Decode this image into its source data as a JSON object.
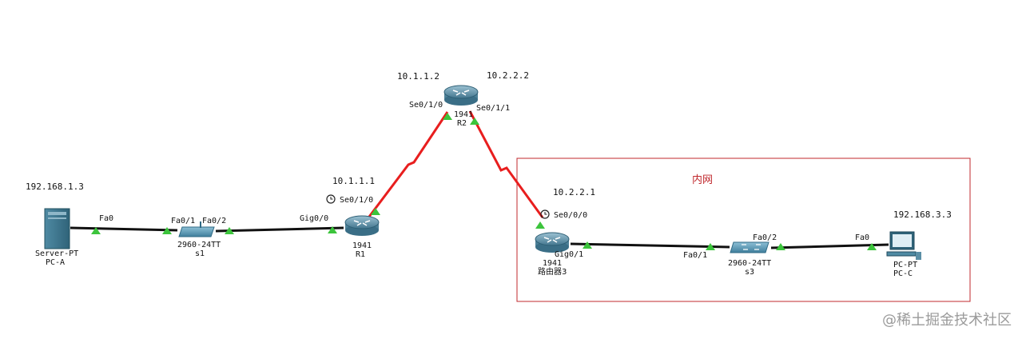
{
  "colors": {
    "serial_link": "#e81e1e",
    "ethernet_link": "#111111",
    "port_indicator": "#3cc43c",
    "zone_border": "#c0282d",
    "zone_label": "#c0282d",
    "device_steel": "#5b8fa6"
  },
  "zone": {
    "label": "内网"
  },
  "devices": {
    "pc_a": {
      "model": "Server-PT",
      "name": "PC-A",
      "ip": "192.168.1.3",
      "port_fa0": "Fa0"
    },
    "s1": {
      "model": "2960-24TT",
      "name": "s1",
      "port_fa01": "Fa0/1",
      "port_fa02": "Fa0/2"
    },
    "r1": {
      "model": "1941",
      "name": "R1",
      "ip": "10.1.1.1",
      "port_gig00": "Gig0/0",
      "port_se010": "Se0/1/0"
    },
    "r2": {
      "model": "1941",
      "name": "R2",
      "ip_left": "10.1.1.2",
      "ip_right": "10.2.2.2",
      "port_se010": "Se0/1/0",
      "port_se011": "Se0/1/1"
    },
    "r3": {
      "model": "1941",
      "name": "路由器3",
      "ip": "10.2.2.1",
      "port_se000": "Se0/0/0",
      "port_gig01": "Gig0/1"
    },
    "s3": {
      "model": "2960-24TT",
      "name": "s3",
      "port_fa01": "Fa0/1",
      "port_fa02": "Fa0/2"
    },
    "pc_c": {
      "model": "PC-PT",
      "name": "PC-C",
      "ip": "192.168.3.3",
      "port_fa0": "Fa0"
    }
  },
  "watermark": "@稀土掘金技术社区",
  "icons": [
    "server-icon",
    "switch-icon",
    "router-icon",
    "pc-icon",
    "clock-icon",
    "port-indicator-icon"
  ]
}
